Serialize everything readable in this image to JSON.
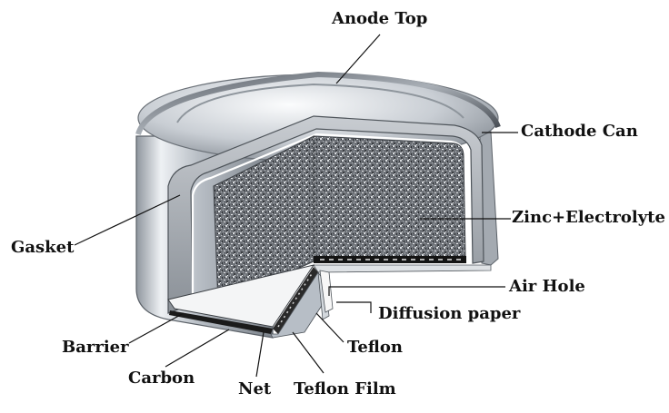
{
  "diagram": {
    "labels": {
      "anode_top": "Anode Top",
      "cathode_can": "Cathode Can",
      "zinc_electrolyte": "Zinc+Electrolyte",
      "gasket": "Gasket",
      "air_hole": "Air Hole",
      "diffusion_paper": "Diffusion paper",
      "barrier": "Barrier",
      "teflon": "Teflon",
      "carbon": "Carbon",
      "net": "Net",
      "teflon_film": "Teflon Film"
    }
  }
}
